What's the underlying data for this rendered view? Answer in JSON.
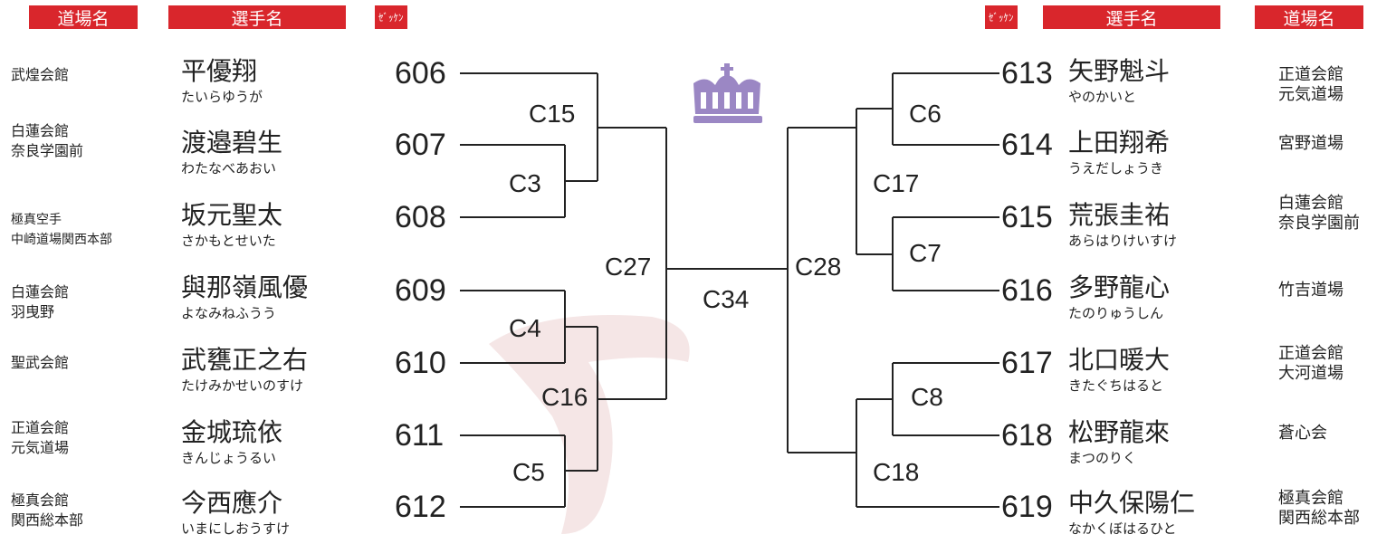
{
  "headers": {
    "left": {
      "dojo": "道場名",
      "player": "選手名",
      "zekken": "ｾﾞｯｹﾝ"
    },
    "right": {
      "zekken": "ｾﾞｯｹﾝ",
      "player": "選手名",
      "dojo": "道場名"
    }
  },
  "left_players": [
    {
      "num": "606",
      "name": "平優翔",
      "kana": "たいらゆうが",
      "dojo": "武煌会館"
    },
    {
      "num": "607",
      "name": "渡邉碧生",
      "kana": "わたなべあおい",
      "dojo": "白蓮会館\n奈良学園前"
    },
    {
      "num": "608",
      "name": "坂元聖太",
      "kana": "さかもとせいた",
      "dojo": "極真空手\n中崎道場関西本部"
    },
    {
      "num": "609",
      "name": "與那嶺風優",
      "kana": "よなみねふうう",
      "dojo": "白蓮会館\n羽曳野"
    },
    {
      "num": "610",
      "name": "武甕正之右",
      "kana": "たけみかせいのすけ",
      "dojo": "聖武会館"
    },
    {
      "num": "611",
      "name": "金城琉依",
      "kana": "きんじょうるい",
      "dojo": "正道会館\n元気道場"
    },
    {
      "num": "612",
      "name": "今西應介",
      "kana": "いまにしおうすけ",
      "dojo": "極真会館\n関西総本部"
    }
  ],
  "right_players": [
    {
      "num": "613",
      "name": "矢野魁斗",
      "kana": "やのかいと",
      "dojo": "正道会館\n元気道場"
    },
    {
      "num": "614",
      "name": "上田翔希",
      "kana": "うえだしょうき",
      "dojo": "宮野道場"
    },
    {
      "num": "615",
      "name": "荒張圭祐",
      "kana": "あらはりけいすけ",
      "dojo": "白蓮会館\n奈良学園前"
    },
    {
      "num": "616",
      "name": "多野龍心",
      "kana": "たのりゅうしん",
      "dojo": "竹吉道場"
    },
    {
      "num": "617",
      "name": "北口暖大",
      "kana": "きたぐちはると",
      "dojo": "正道会館\n大河道場"
    },
    {
      "num": "618",
      "name": "松野龍來",
      "kana": "まつのりく",
      "dojo": "蒼心会"
    },
    {
      "num": "619",
      "name": "中久保陽仁",
      "kana": "なかくぼはるひと",
      "dojo": "極真会館\n関西総本部"
    }
  ],
  "matches": {
    "c15": "C15",
    "c3": "C3",
    "c4": "C4",
    "c5": "C5",
    "c16": "C16",
    "c27": "C27",
    "c34": "C34",
    "c28": "C28",
    "c6": "C6",
    "c7": "C7",
    "c17": "C17",
    "c8": "C8",
    "c18": "C18"
  },
  "icons": {
    "crown": "crown-icon",
    "watermark": "brush-logo-watermark"
  },
  "colors": {
    "header": "#d9262c",
    "crown": "#9b87c4",
    "watermark": "#f5e6e6"
  }
}
